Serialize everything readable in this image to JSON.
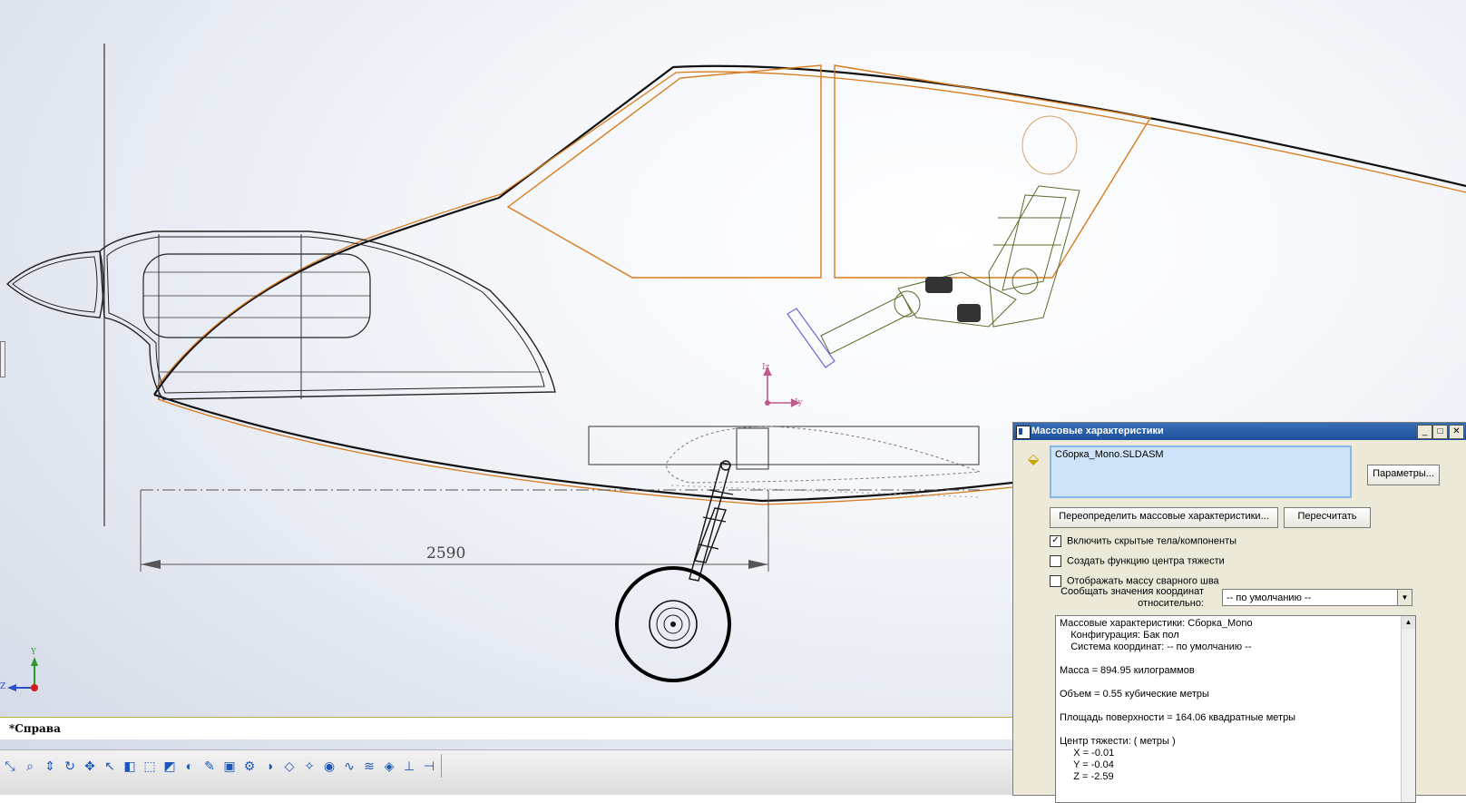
{
  "viewport": {
    "dimension_value": "2590",
    "view_name": "*Справа",
    "triad_labels": {
      "y": "Y",
      "z": "Z"
    },
    "origin_labels": {
      "z": "Iz",
      "y": "Iy"
    }
  },
  "toolbar": {
    "icons": [
      "zoom-fit",
      "zoom-area",
      "zoom-in-out",
      "rotate",
      "pan",
      "select",
      "section-view",
      "view-orientation",
      "display-style",
      "hide-show",
      "edit-appearance",
      "apply-scene",
      "view-settings",
      "shadows",
      "perspective",
      "cartoon",
      "camera",
      "curvature",
      "zebra-stripes",
      "draft-analysis",
      "undercut",
      "thickness",
      "measure",
      "mass-properties"
    ]
  },
  "dialog": {
    "title": "Массовые характеристики",
    "file_name": "Сборка_Mono.SLDASM",
    "options_button": "Параметры...",
    "override_button": "Переопределить массовые характеристики...",
    "recalc_button": "Пересчитать",
    "checkboxes": [
      {
        "label": "Включить скрытые тела/компоненты",
        "checked": true
      },
      {
        "label": "Создать функцию центра тяжести",
        "checked": false
      },
      {
        "label": "Отображать массу сварного шва",
        "checked": false
      }
    ],
    "coord_label_1": "Сообщать значения координат",
    "coord_label_2": "относительно:",
    "coord_select": "-- по умолчанию --",
    "results": [
      "Массовые характеристики: Сборка_Mono",
      "    Конфигурация: Бак пол",
      "    Система координат: -- по умолчанию --",
      "",
      "Масса = 894.95 килограммов",
      "",
      "Объем = 0.55 кубические метры",
      "",
      "Площадь поверхности = 164.06 квадратные метры",
      "",
      "Центр тяжести: ( метры )",
      "     X = -0.01",
      "     Y = -0.04",
      "     Z = -2.59"
    ]
  },
  "colors": {
    "outline": "#222222",
    "cockpit": "#d97a1c",
    "pilot": "#5b6b2a",
    "title_bar": "#1c4f9a",
    "dialog_bg": "#ece9d8"
  }
}
